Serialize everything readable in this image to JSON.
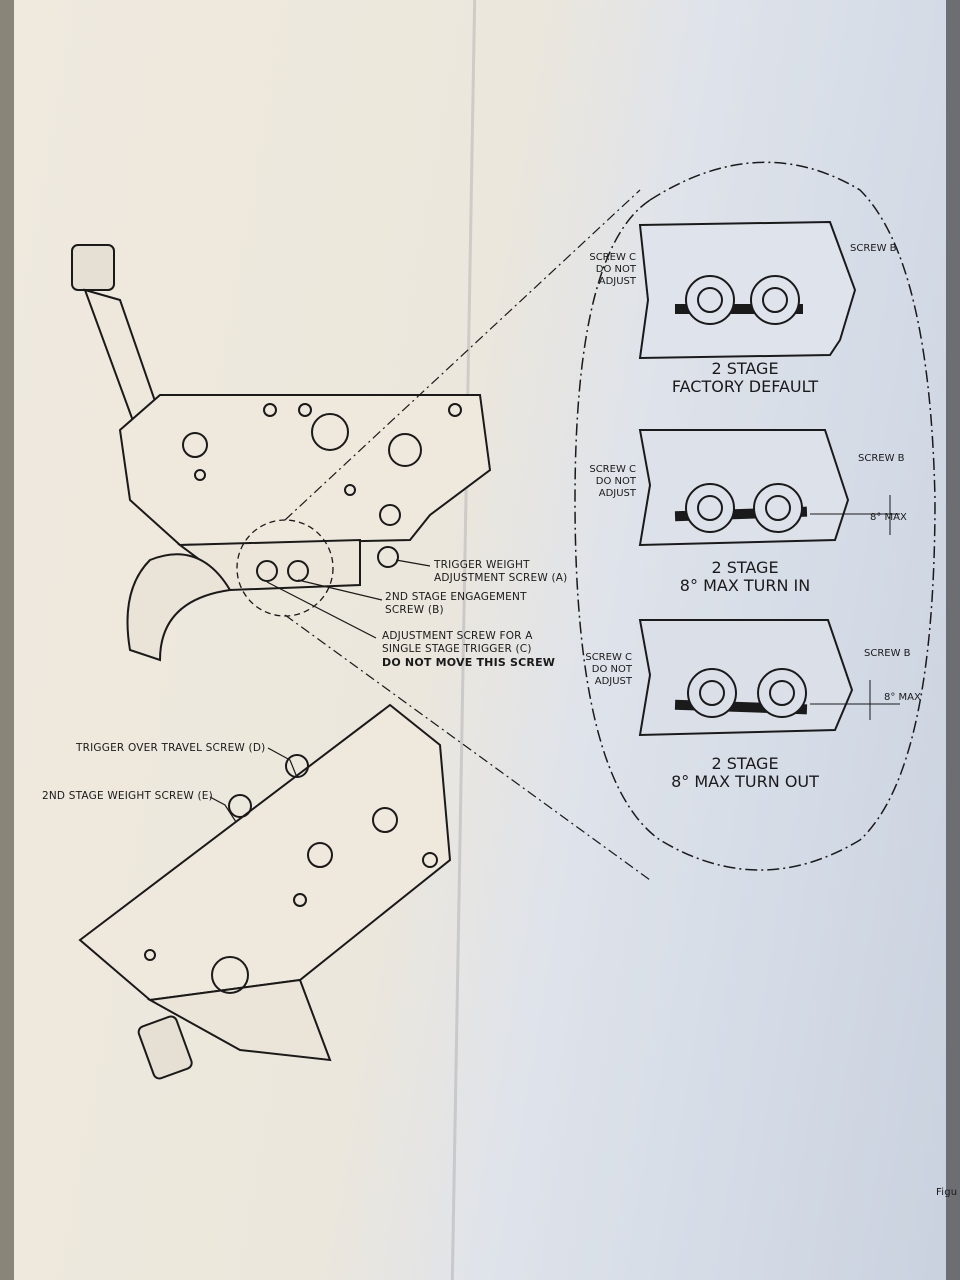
{
  "main_callouts": {
    "screw_a": [
      "TRIGGER WEIGHT",
      "ADJUSTMENT SCREW (A)"
    ],
    "screw_b": [
      "2ND STAGE ENGAGEMENT",
      "SCREW (B)"
    ],
    "screw_c": [
      "ADJUSTMENT SCREW FOR A",
      "SINGLE STAGE TRIGGER (C)"
    ],
    "screw_c_warning": "DO NOT MOVE THIS SCREW"
  },
  "lower_callouts": {
    "screw_d": "TRIGGER OVER TRAVEL SCREW (D)",
    "screw_e": "2ND STAGE WEIGHT SCREW (E)"
  },
  "detail_panels": [
    {
      "screw_c": [
        "SCREW C",
        "DO NOT",
        "ADJUST"
      ],
      "screw_b": "SCREW B",
      "caption": [
        "2 STAGE",
        "FACTORY DEFAULT"
      ],
      "angle": ""
    },
    {
      "screw_c": [
        "SCREW C",
        "DO NOT",
        "ADJUST"
      ],
      "screw_b": "SCREW B",
      "caption": [
        "2 STAGE",
        "8° MAX TURN IN"
      ],
      "angle": "8° MAX"
    },
    {
      "screw_c": [
        "SCREW C",
        "DO NOT",
        "ADJUST"
      ],
      "screw_b": "SCREW B",
      "caption": [
        "2 STAGE",
        "8° MAX TURN OUT"
      ],
      "angle": "8° MAX"
    }
  ],
  "figure_label": "Figu"
}
